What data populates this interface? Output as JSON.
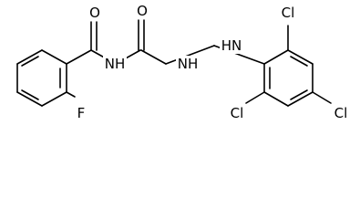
{
  "diagram": {
    "type": "chemical-structure",
    "atoms": [
      {
        "id": "o1",
        "symbol": "O"
      },
      {
        "id": "o2",
        "symbol": "O"
      },
      {
        "id": "nh1",
        "symbol": "NH"
      },
      {
        "id": "nh2",
        "symbol": "NH"
      },
      {
        "id": "hn3",
        "symbol": "HN"
      },
      {
        "id": "f1",
        "symbol": "F"
      },
      {
        "id": "cl1",
        "symbol": "Cl"
      },
      {
        "id": "cl2",
        "symbol": "Cl"
      },
      {
        "id": "cl3",
        "symbol": "Cl"
      }
    ]
  }
}
